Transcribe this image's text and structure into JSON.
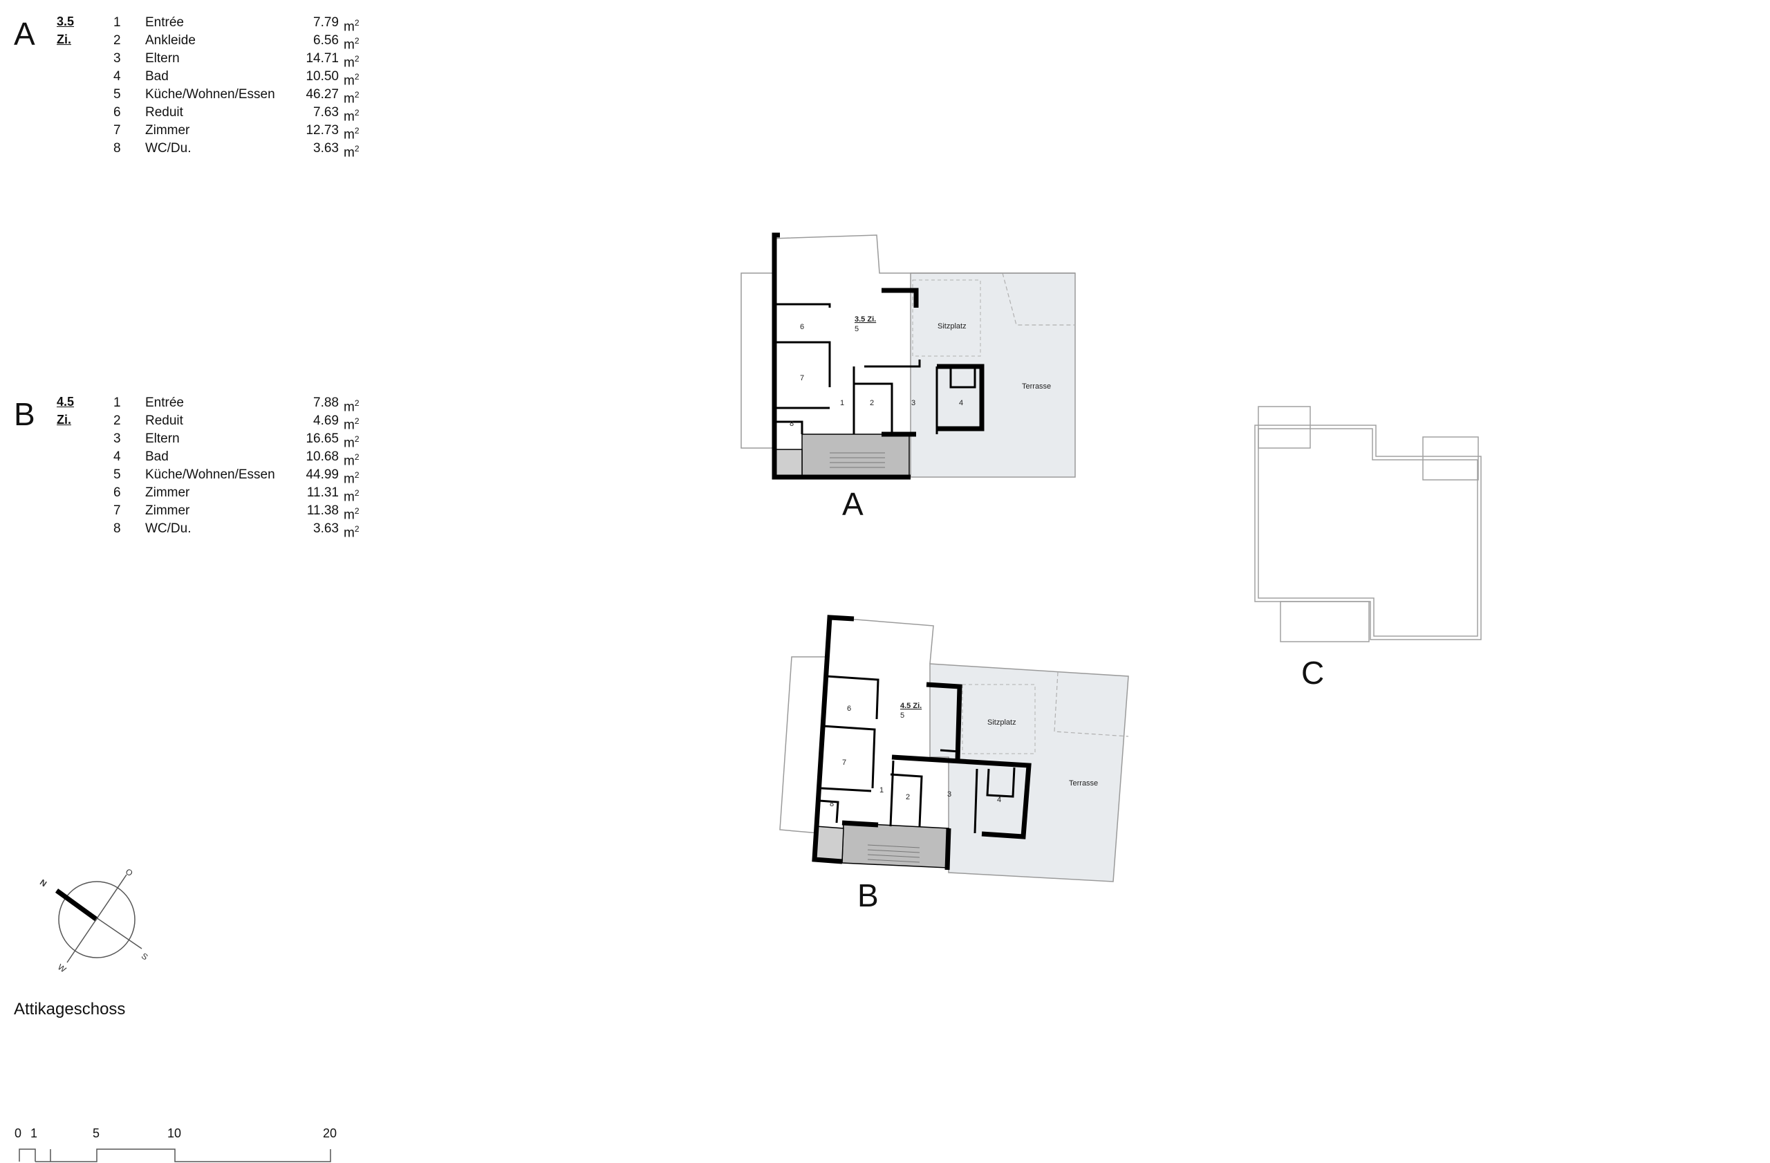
{
  "units": [
    {
      "letter": "A",
      "type": "3.5 Zi.",
      "rooms": [
        {
          "num": "1",
          "name": "Entrée",
          "area": "7.79"
        },
        {
          "num": "2",
          "name": "Ankleide",
          "area": "6.56"
        },
        {
          "num": "3",
          "name": "Eltern",
          "area": "14.71"
        },
        {
          "num": "4",
          "name": "Bad",
          "area": "10.50"
        },
        {
          "num": "5",
          "name": "Küche/Wohnen/Essen",
          "area": "46.27"
        },
        {
          "num": "6",
          "name": "Reduit",
          "area": "7.63"
        },
        {
          "num": "7",
          "name": "Zimmer",
          "area": "12.73"
        },
        {
          "num": "8",
          "name": "WC/Du.",
          "area": "3.63"
        }
      ]
    },
    {
      "letter": "B",
      "type": "4.5 Zi.",
      "rooms": [
        {
          "num": "1",
          "name": "Entrée",
          "area": "7.88"
        },
        {
          "num": "2",
          "name": "Reduit",
          "area": "4.69"
        },
        {
          "num": "3",
          "name": "Eltern",
          "area": "16.65"
        },
        {
          "num": "4",
          "name": "Bad",
          "area": "10.68"
        },
        {
          "num": "5",
          "name": "Küche/Wohnen/Essen",
          "area": "44.99"
        },
        {
          "num": "6",
          "name": "Zimmer",
          "area": "11.31"
        },
        {
          "num": "7",
          "name": "Zimmer",
          "area": "11.38"
        },
        {
          "num": "8",
          "name": "WC/Du.",
          "area": "3.63"
        }
      ]
    }
  ],
  "area_unit": "m",
  "area_unit_exp": "2",
  "plan_labels": {
    "a": "A",
    "b": "B",
    "c": "C"
  },
  "plan_a": {
    "unit_type": "3.5 Zi.",
    "sitzplatz": "Sitzplatz",
    "terrasse": "Terrasse",
    "rooms": [
      "1",
      "2",
      "3",
      "4",
      "5",
      "6",
      "7",
      "8"
    ]
  },
  "plan_b": {
    "unit_type": "4.5 Zi.",
    "sitzplatz": "Sitzplatz",
    "terrasse": "Terrasse",
    "rooms": [
      "1",
      "2",
      "3",
      "4",
      "5",
      "6",
      "7",
      "8"
    ]
  },
  "compass": {
    "n": "N",
    "o": "O",
    "s": "S",
    "w": "W"
  },
  "floor_title": "Attikageschoss",
  "scale_bar": {
    "ticks": [
      "0",
      "1",
      "5",
      "10",
      "20"
    ]
  },
  "colors": {
    "terrace_fill": "#e8ebee",
    "stair_fill": "#bdbdbd",
    "wall": "#000000",
    "outline": "#9a9a9a"
  }
}
